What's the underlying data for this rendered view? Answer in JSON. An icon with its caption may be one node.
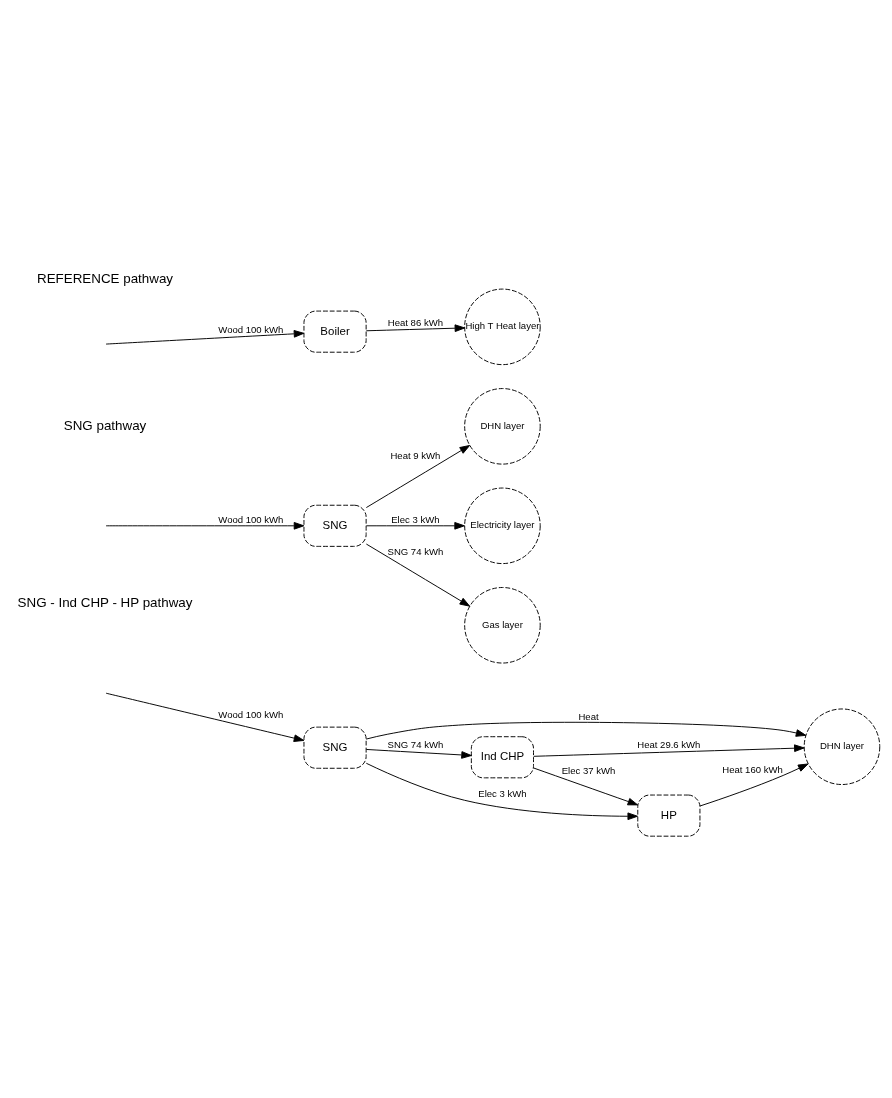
{
  "diagram": {
    "nodes": [
      {
        "text": [
          "Boiler"
        ]
      },
      {
        "text": [
          "High T Heat layer"
        ]
      },
      {
        "text": [
          "SNG"
        ]
      },
      {
        "text": [
          "Electricity layer"
        ]
      },
      {
        "text": [
          "Gas layer"
        ]
      },
      {
        "text": [
          "DHN layer"
        ]
      },
      {
        "text": [
          "SNG"
        ]
      },
      {
        "text": [
          "Ind CHP"
        ]
      },
      {
        "text": [
          "HP"
        ]
      },
      {
        "text": [
          "DHN layer"
        ]
      }
    ],
    "edges": [
      {
        "from": null,
        "to": 0,
        "arrow": "to",
        "label": "Wood 100 kWh"
      },
      {
        "from": 0,
        "to": 1,
        "arrow": "to",
        "label": "Heat 86 kWh"
      },
      {
        "from": null,
        "to": 2,
        "arrow": "to",
        "label": "Wood 100 kWh"
      },
      {
        "from": 2,
        "to": 3,
        "arrow": "to",
        "label": "Elec 3 kWh"
      },
      {
        "from": 2,
        "to": 4,
        "arrow": "to",
        "label": "SNG 74 kWh"
      },
      {
        "from": 2,
        "to": 5,
        "arrow": "to",
        "label": "Heat 9 kWh"
      },
      {
        "from": null,
        "to": 6,
        "arrow": "to",
        "label": "Wood 100 kWh"
      },
      {
        "from": 6,
        "to": 8,
        "arrow": "to",
        "label": "Elec 3 kWh"
      },
      {
        "from": 6,
        "to": 7,
        "arrow": "to",
        "label": "SNG 74 kWh"
      },
      {
        "from": 7,
        "to": 8,
        "arrow": "to",
        "label": "Elec 37 kWh"
      },
      {
        "from": 8,
        "to": 9,
        "arrow": "to",
        "label": "Heat 160 kWh"
      },
      {
        "from": 7,
        "to": 9,
        "arrow": "to",
        "label": "Heat 29.6 kWh"
      },
      {
        "from": 6,
        "to": 9,
        "arrow": "to",
        "label": "Heat"
      }
    ],
    "labels": [
      "REFERENCE pathway",
      "SNG pathway",
      "SNG - Ind CHP - HP pathway"
    ]
  }
}
